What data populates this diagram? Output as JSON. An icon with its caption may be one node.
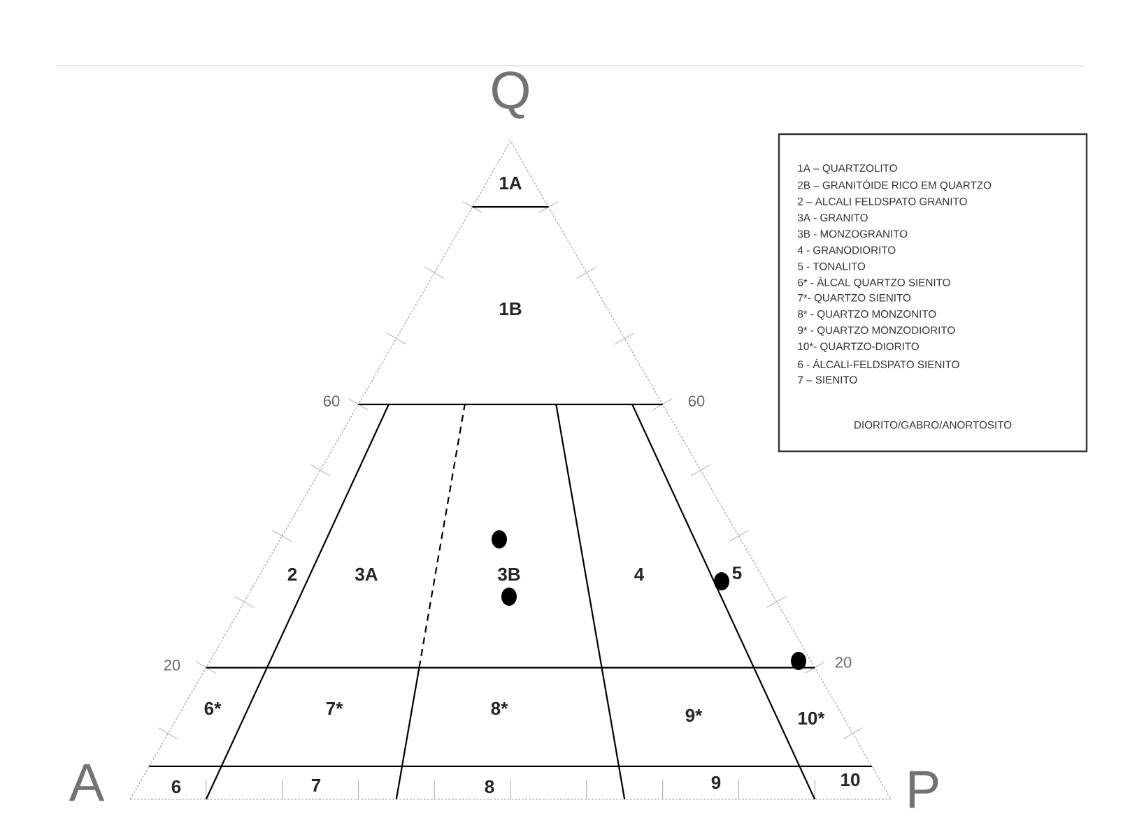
{
  "diagram": {
    "labels": [
      "Q",
      "1A",
      "1B",
      "60",
      "60",
      "2",
      "3A",
      "3B",
      "4",
      "5",
      "20",
      "20",
      "6*",
      "7*",
      "8*",
      "9*",
      "10*",
      "A",
      "6",
      "7",
      "8",
      "9",
      "10",
      "P",
      "1A – QUARTZOLITO",
      "2B – GRANITÓIDE RICO EM QUARTZO",
      "2 – ALCALI FELDSPATO GRANITO",
      "3A - GRANITO",
      "3B - MONZOGRANITO",
      "4 - GRANODIORITO",
      "5 - TONALITO",
      "6* - ÁLCAL QUARTZO SIENITO",
      "7*- QUARTZO SIENITO",
      "8* - QUARTZO MONZONITO",
      "9* - QUARTZO MONZODIORITO",
      "10*- QUARTZO-DIORITO",
      "6 - ÁLCALI-FELDSPATO SIENITO",
      "7 – SIENITO",
      "DIORITO/GABRO/ANORTOSITO"
    ]
  }
}
